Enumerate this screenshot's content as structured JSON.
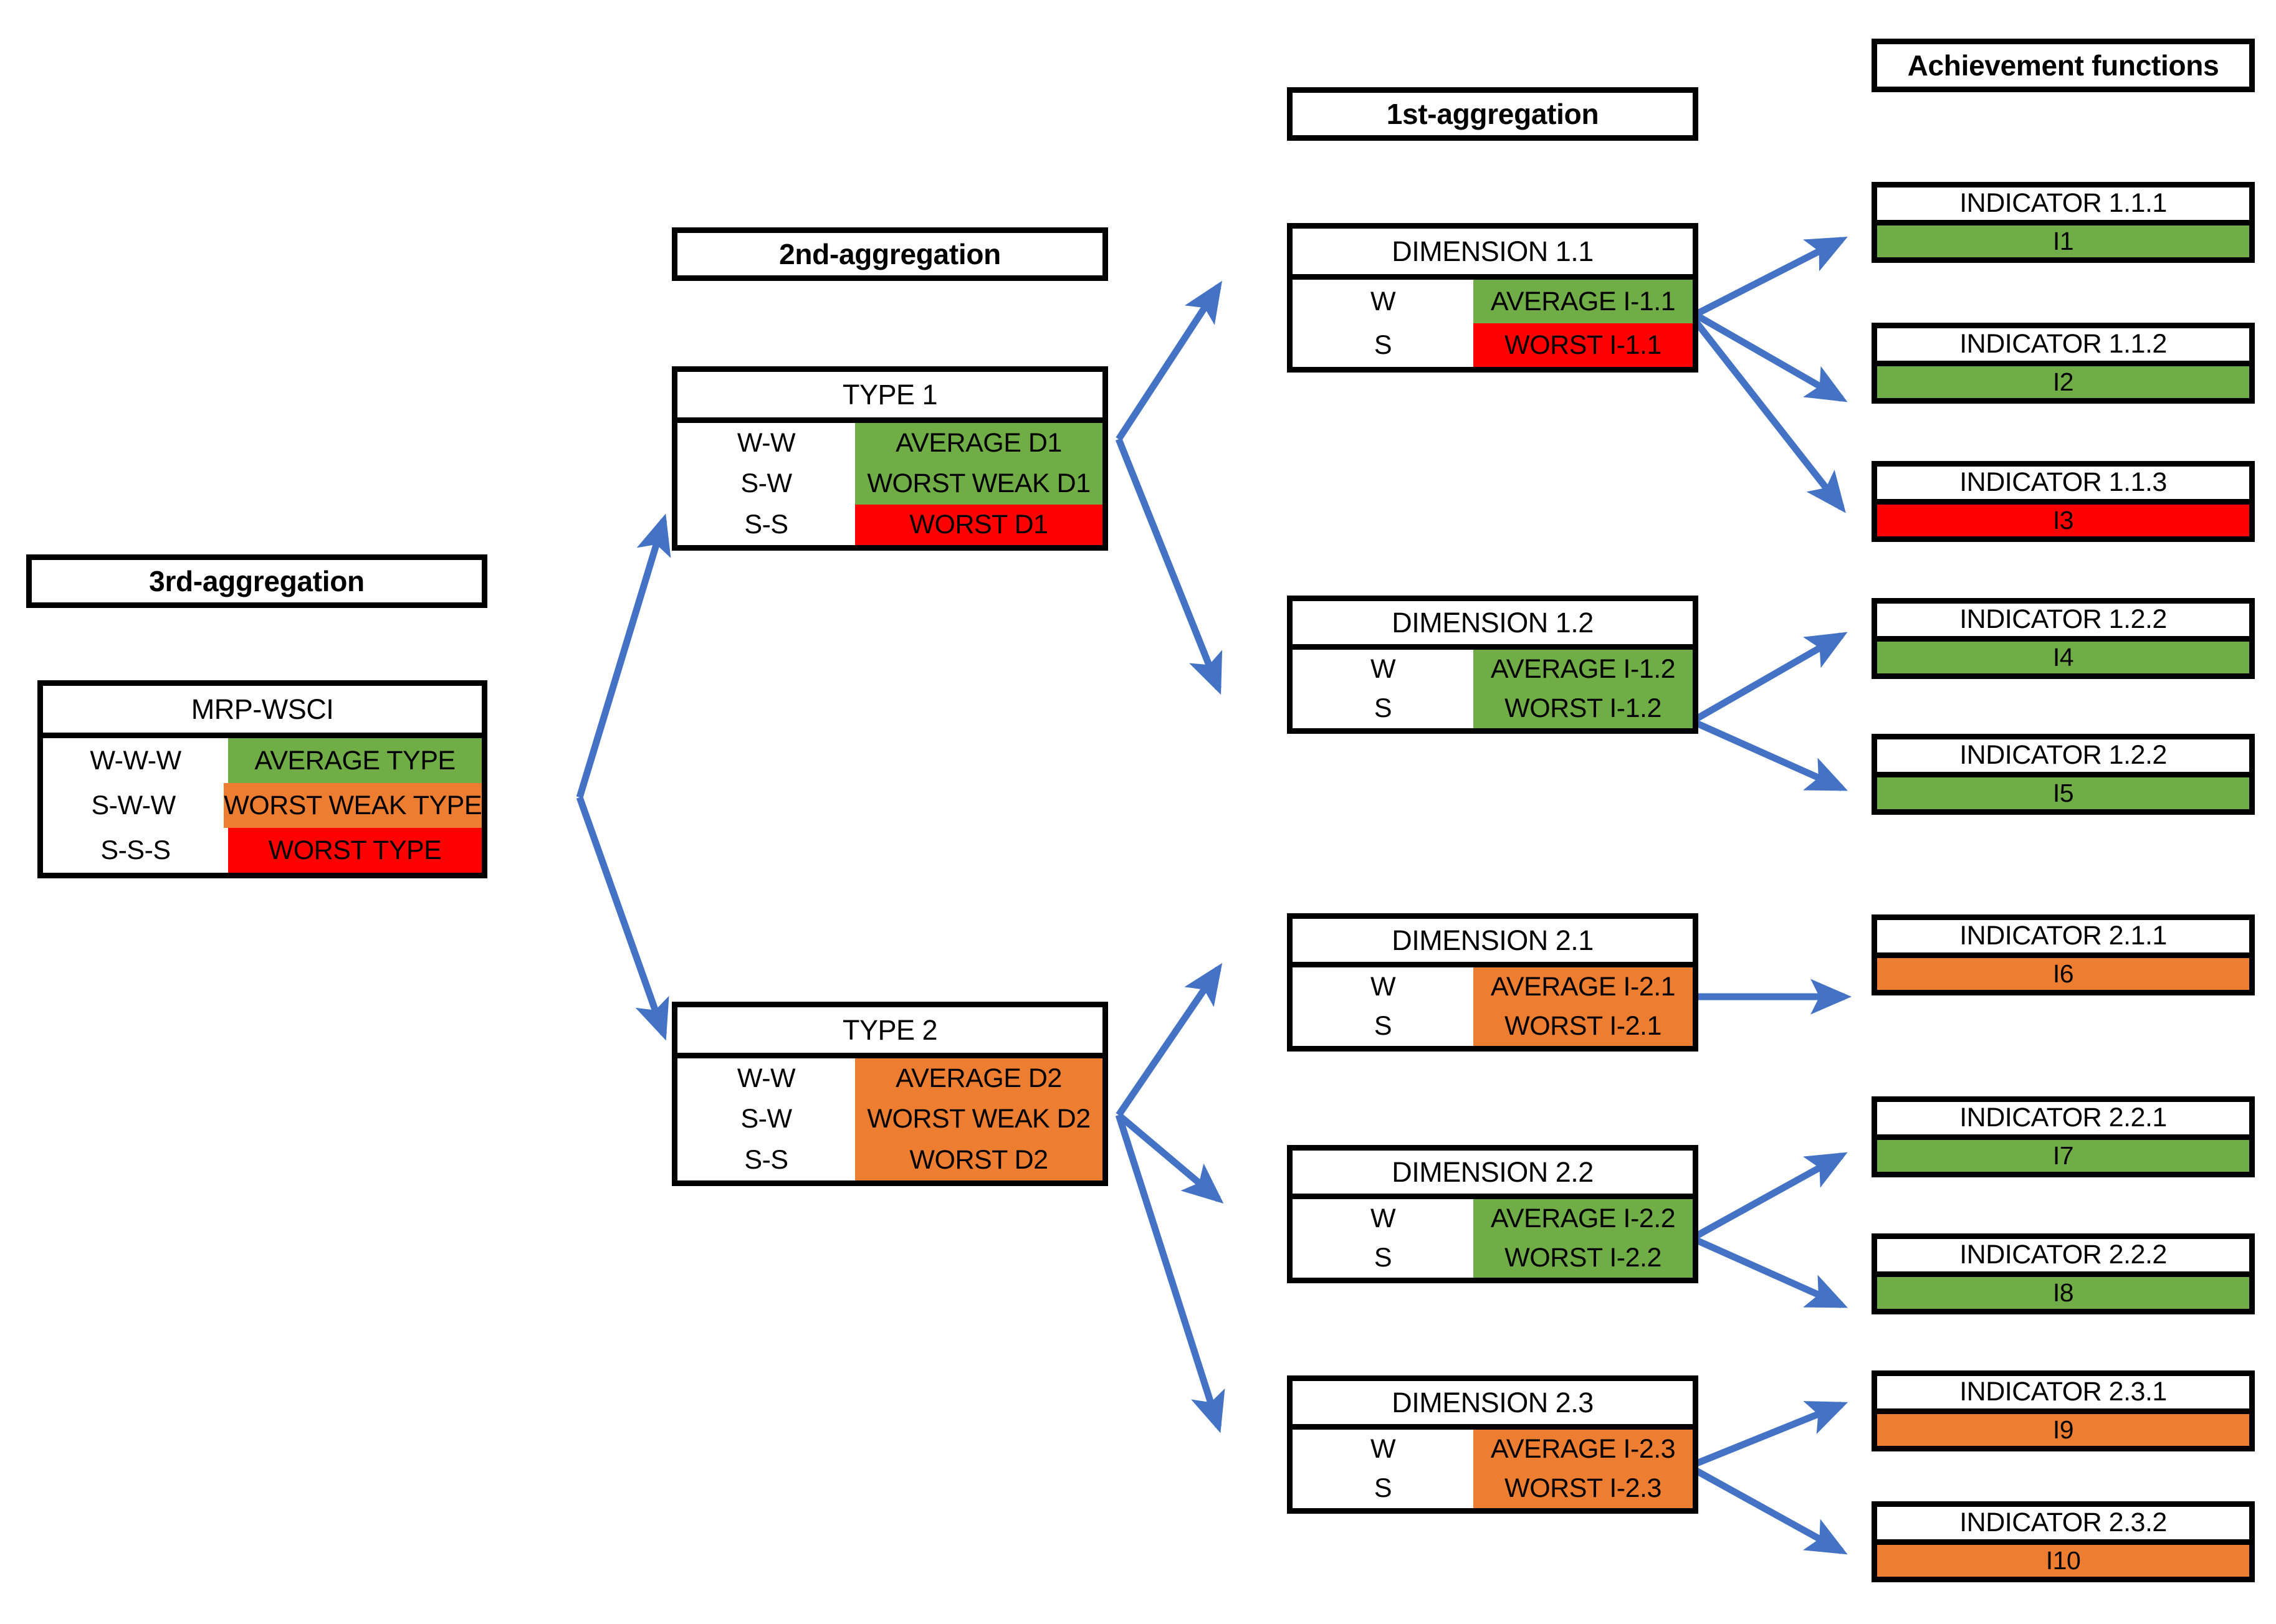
{
  "colors": {
    "green": "#70AD47",
    "orange": "#ED7D31",
    "red": "#FF0000",
    "white": "#FFFFFF",
    "border": "#000000",
    "arrow": "#4472C4"
  },
  "headers": [
    {
      "id": "third-aggregation",
      "label": "3rd-aggregation"
    },
    {
      "id": "second-aggregation",
      "label": "2nd-aggregation"
    },
    {
      "id": "first-aggregation",
      "label": "1st-aggregation"
    },
    {
      "id": "achievement-functions",
      "label": "Achievement functions"
    }
  ],
  "nodes": [
    {
      "id": "mrp-wsci",
      "title": "MRP-WSCI",
      "rows": [
        {
          "key": "W-W-W",
          "value": "AVERAGE TYPE",
          "color": "green"
        },
        {
          "key": "S-W-W",
          "value": "WORST WEAK TYPE",
          "color": "orange"
        },
        {
          "key": "S-S-S",
          "value": "WORST TYPE",
          "color": "red"
        }
      ]
    },
    {
      "id": "type-1",
      "title": "TYPE 1",
      "rows": [
        {
          "key": "W-W",
          "value": "AVERAGE D1",
          "color": "green"
        },
        {
          "key": "S-W",
          "value": "WORST WEAK D1",
          "color": "green"
        },
        {
          "key": "S-S",
          "value": "WORST D1",
          "color": "red"
        }
      ]
    },
    {
      "id": "type-2",
      "title": "TYPE 2",
      "rows": [
        {
          "key": "W-W",
          "value": "AVERAGE D2",
          "color": "orange"
        },
        {
          "key": "S-W",
          "value": "WORST WEAK D2",
          "color": "orange"
        },
        {
          "key": "S-S",
          "value": "WORST D2",
          "color": "orange"
        }
      ]
    },
    {
      "id": "dimension-1-1",
      "title": "DIMENSION 1.1",
      "rows": [
        {
          "key": "W",
          "value": "AVERAGE I-1.1",
          "color": "green"
        },
        {
          "key": "S",
          "value": "WORST I-1.1",
          "color": "red"
        }
      ]
    },
    {
      "id": "dimension-1-2",
      "title": "DIMENSION 1.2",
      "rows": [
        {
          "key": "W",
          "value": "AVERAGE I-1.2",
          "color": "green"
        },
        {
          "key": "S",
          "value": "WORST I-1.2",
          "color": "green"
        }
      ]
    },
    {
      "id": "dimension-2-1",
      "title": "DIMENSION 2.1",
      "rows": [
        {
          "key": "W",
          "value": "AVERAGE I-2.1",
          "color": "orange"
        },
        {
          "key": "S",
          "value": "WORST I-2.1",
          "color": "orange"
        }
      ]
    },
    {
      "id": "dimension-2-2",
      "title": "DIMENSION 2.2",
      "rows": [
        {
          "key": "W",
          "value": "AVERAGE I-2.2",
          "color": "green"
        },
        {
          "key": "S",
          "value": "WORST I-2.2",
          "color": "green"
        }
      ]
    },
    {
      "id": "dimension-2-3",
      "title": "DIMENSION 2.3",
      "rows": [
        {
          "key": "W",
          "value": "AVERAGE I-2.3",
          "color": "orange"
        },
        {
          "key": "S",
          "value": "WORST I-2.3",
          "color": "orange"
        }
      ]
    }
  ],
  "indicators": [
    {
      "id": "indicator-1-1-1",
      "title": "INDICATOR 1.1.1",
      "value": "I1",
      "color": "green"
    },
    {
      "id": "indicator-1-1-2",
      "title": "INDICATOR 1.1.2",
      "value": "I2",
      "color": "green"
    },
    {
      "id": "indicator-1-1-3",
      "title": "INDICATOR 1.1.3",
      "value": "I3",
      "color": "red"
    },
    {
      "id": "indicator-1-2-2a",
      "title": "INDICATOR 1.2.2",
      "value": "I4",
      "color": "green"
    },
    {
      "id": "indicator-1-2-2b",
      "title": "INDICATOR 1.2.2",
      "value": "I5",
      "color": "green"
    },
    {
      "id": "indicator-2-1-1",
      "title": "INDICATOR 2.1.1",
      "value": "I6",
      "color": "orange"
    },
    {
      "id": "indicator-2-2-1",
      "title": "INDICATOR 2.2.1",
      "value": "I7",
      "color": "green"
    },
    {
      "id": "indicator-2-2-2",
      "title": "INDICATOR 2.2.2",
      "value": "I8",
      "color": "green"
    },
    {
      "id": "indicator-2-3-1",
      "title": "INDICATOR 2.3.1",
      "value": "I9",
      "color": "orange"
    },
    {
      "id": "indicator-2-3-2",
      "title": "INDICATOR 2.3.2",
      "value": "I10",
      "color": "orange"
    }
  ]
}
